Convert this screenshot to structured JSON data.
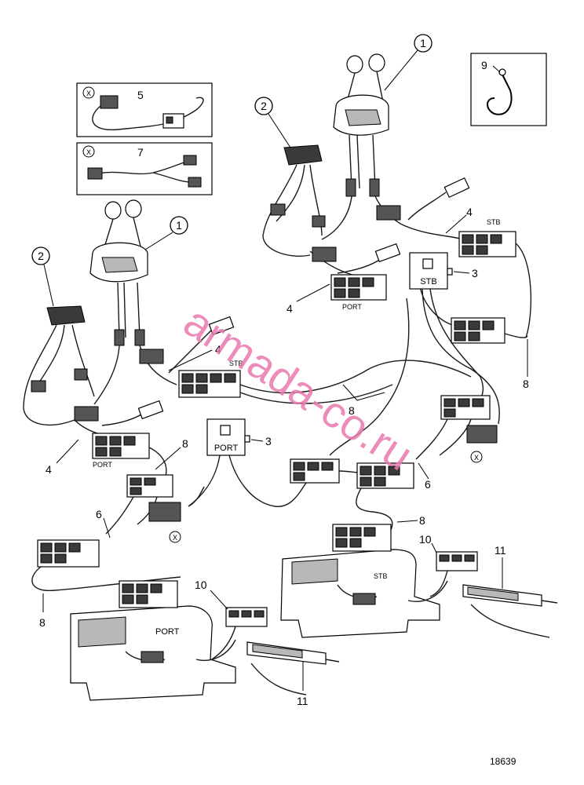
{
  "callouts": {
    "c1a": "1",
    "c1b": "1",
    "c2a": "2",
    "c2b": "2",
    "c3a": "3",
    "c3b": "3",
    "c4a": "4",
    "c4b": "4",
    "c4c": "4",
    "c4d": "4",
    "c5": "5",
    "c6a": "6",
    "c6b": "6",
    "c7": "7",
    "c8a": "8",
    "c8b": "8",
    "c8c": "8",
    "c8d": "8",
    "c8e": "8",
    "c9": "9",
    "c10a": "10",
    "c10b": "10",
    "c11a": "11",
    "c11b": "11"
  },
  "labels": {
    "stb_upper": "STB",
    "port_upper": "PORT",
    "stb_box": "STB",
    "stb_mid": "STB",
    "port_mid": "PORT",
    "port_box": "PORT",
    "stb_engine": "STB",
    "port_engine": "PORT",
    "x_mark": "X"
  },
  "figure_number": "18639",
  "watermark": "armada-co.ru"
}
